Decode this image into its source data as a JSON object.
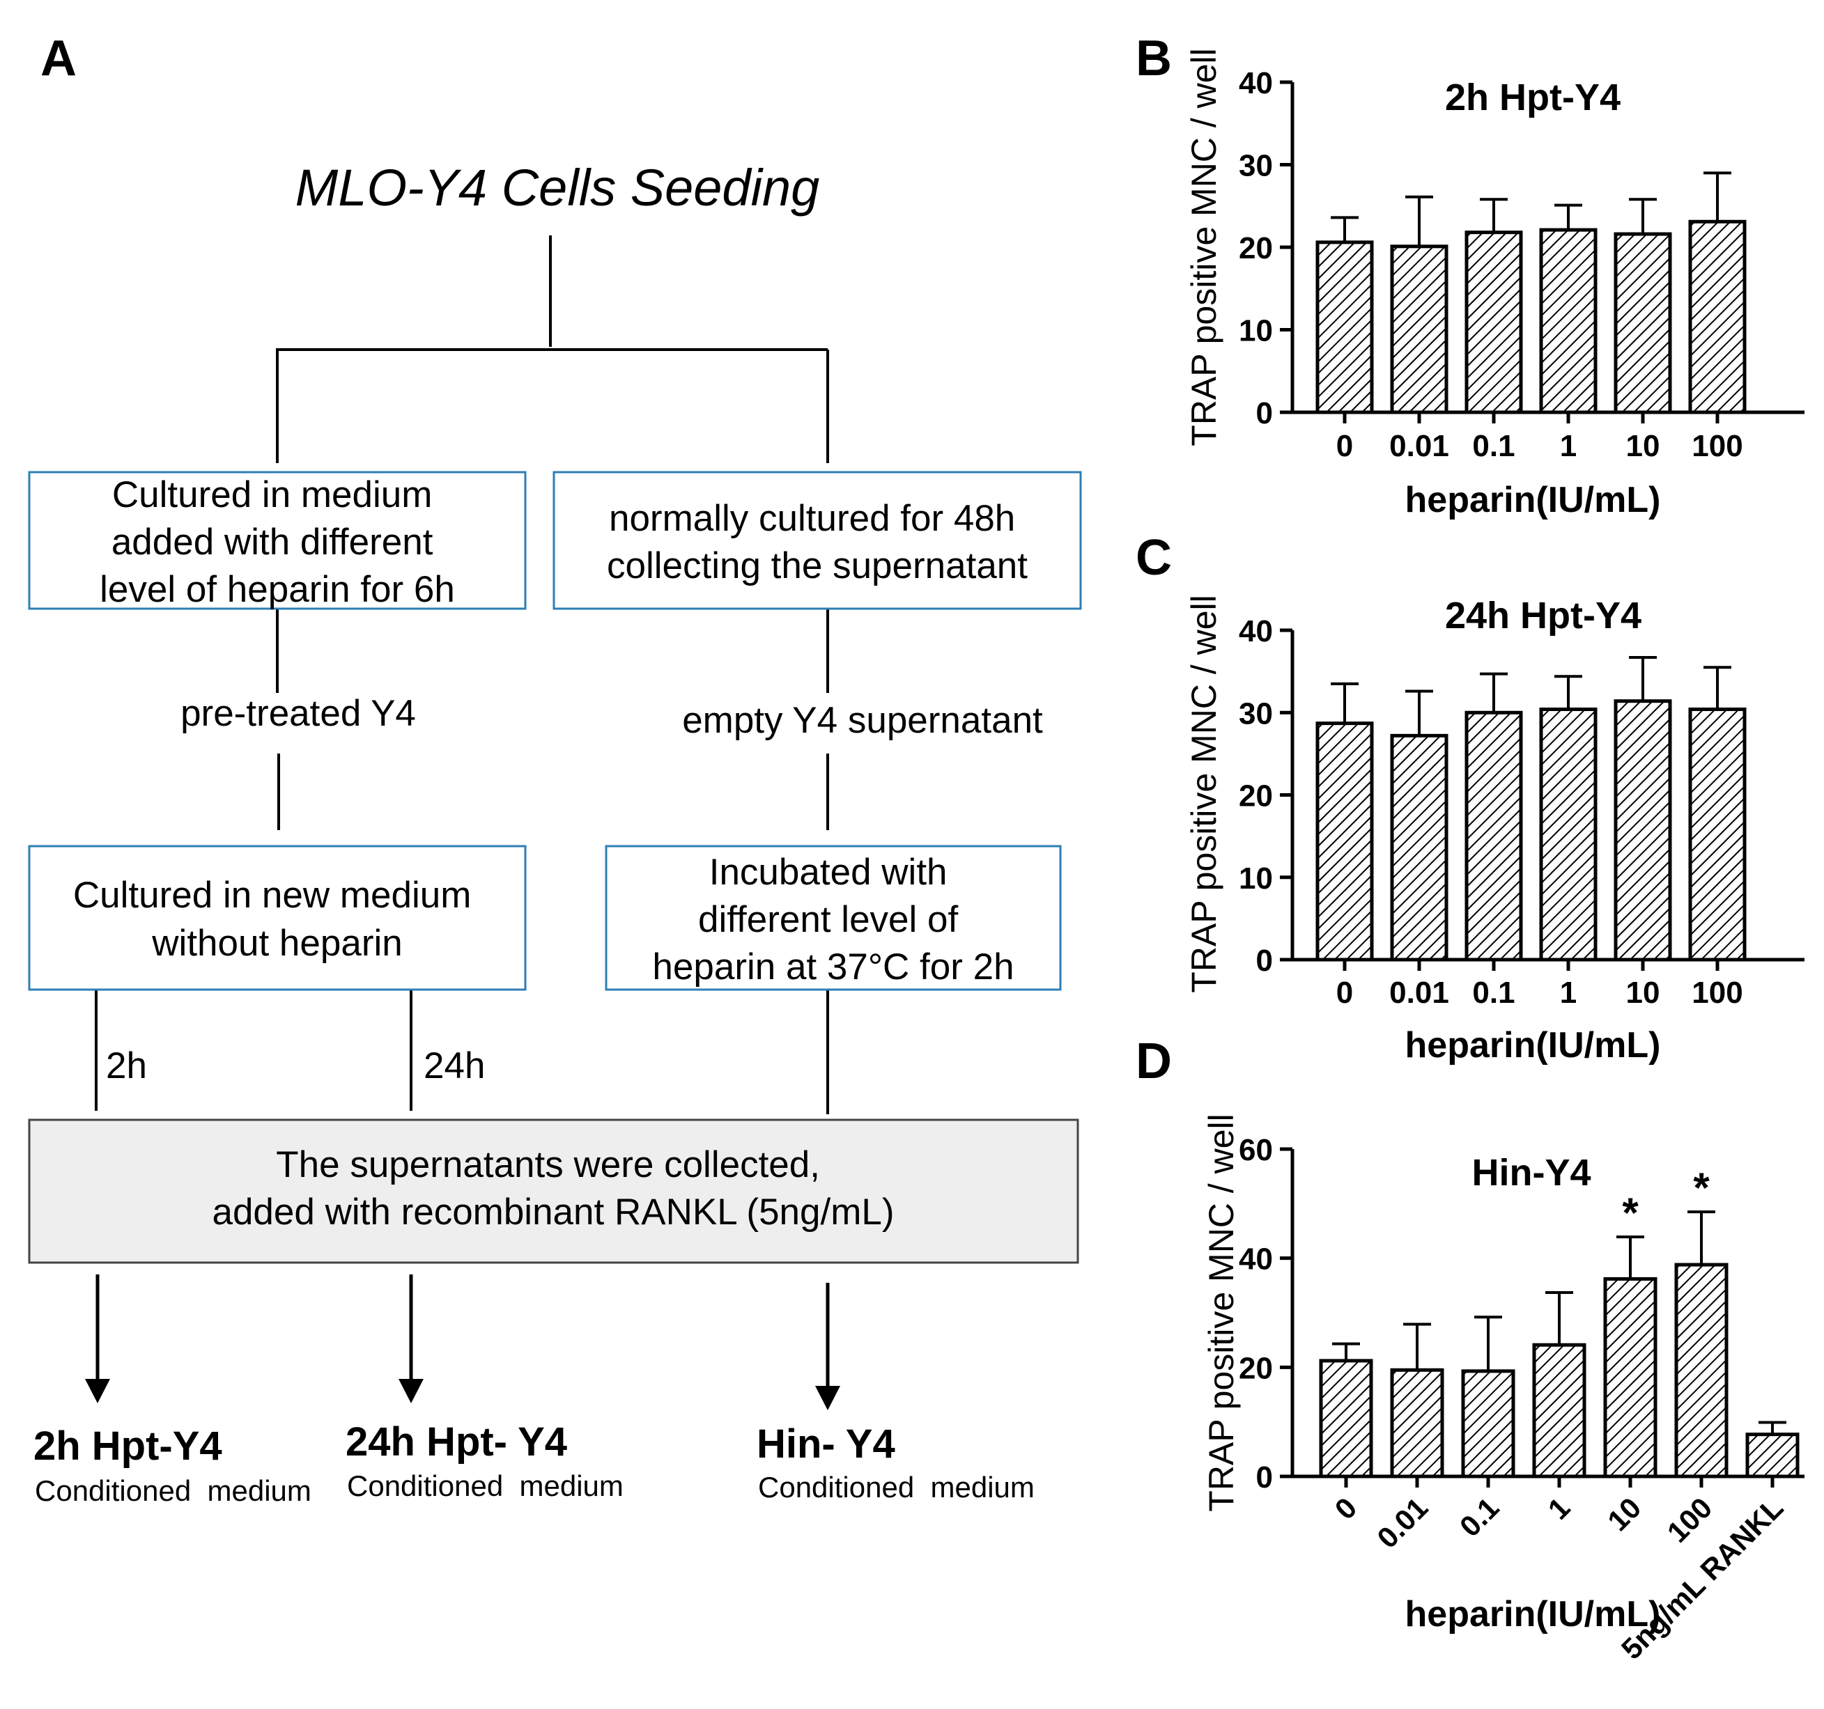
{
  "panels": {
    "A": "A",
    "B": "B",
    "C": "C",
    "D": "D"
  },
  "flow": {
    "title": "MLO-Y4 Cells Seeding",
    "box_left_top": [
      "Cultured in medium",
      "added with different",
      "level of heparin for 6h"
    ],
    "box_right_top": [
      "normally cultured for 48h",
      "collecting the supernatant"
    ],
    "label_pretreated": "pre-treated Y4",
    "label_empty": "empty Y4 supernatant",
    "box_left_mid": [
      "Cultured in new medium",
      "without heparin"
    ],
    "box_right_mid": [
      "Incubated with",
      "different level of",
      "heparin at 37°C for 2h"
    ],
    "label_2h": "2h",
    "label_24h": "24h",
    "box_bottom": [
      "The supernatants were collected,",
      "added with recombinant RANKL (5ng/mL)"
    ],
    "outputs": [
      {
        "name": "2h Hpt-Y4",
        "sub": "Conditioned  medium"
      },
      {
        "name": "24h Hpt- Y4",
        "sub": "Conditioned  medium"
      },
      {
        "name": "Hin- Y4",
        "sub": "Conditioned  medium"
      }
    ]
  },
  "chart_data": [
    {
      "panel": "B",
      "type": "bar",
      "title": "2h Hpt-Y4",
      "xlabel": "heparin(IU/mL)",
      "ylabel": "TRAP positive MNC / well",
      "ylim": [
        0,
        40
      ],
      "yticks": [
        "0",
        "10",
        "20",
        "30",
        "40"
      ],
      "categories": [
        "0",
        "0.01",
        "0.1",
        "1",
        "10",
        "100"
      ],
      "values": [
        20.6,
        20.1,
        21.8,
        22.1,
        21.6,
        23.1
      ],
      "errors": [
        3.0,
        6.0,
        4.0,
        3.0,
        4.2,
        5.9
      ],
      "fill": "diagonal-hatch",
      "grid": false
    },
    {
      "panel": "C",
      "type": "bar",
      "title": "24h Hpt-Y4",
      "xlabel": "heparin(IU/mL)",
      "ylabel": "TRAP positive MNC / well",
      "ylim": [
        0,
        40
      ],
      "yticks": [
        "0",
        "10",
        "20",
        "30",
        "40"
      ],
      "categories": [
        "0",
        "0.01",
        "0.1",
        "1",
        "10",
        "100"
      ],
      "values": [
        28.7,
        27.2,
        30.0,
        30.4,
        31.4,
        30.4
      ],
      "errors": [
        4.8,
        5.4,
        4.7,
        4.0,
        5.3,
        5.1
      ],
      "fill": "diagonal-hatch",
      "grid": false
    },
    {
      "panel": "D",
      "type": "bar",
      "title": "Hin-Y4",
      "xlabel": "heparin(IU/mL)",
      "ylabel": "TRAP positive MNC / well",
      "ylim": [
        0,
        60
      ],
      "yticks": [
        "0",
        "20",
        "40",
        "60"
      ],
      "categories": [
        "0",
        "0.01",
        "0.1",
        "1",
        "10",
        "100",
        "5ng/mL RANKL"
      ],
      "values": [
        21.2,
        19.5,
        19.3,
        24.1,
        36.2,
        38.8,
        7.7
      ],
      "errors": [
        3.1,
        8.4,
        9.9,
        9.6,
        7.7,
        9.7,
        2.2
      ],
      "annotations": [
        "",
        "",
        "",
        "",
        "*",
        "*",
        ""
      ],
      "fill": "diagonal-hatch",
      "grid": false
    }
  ]
}
